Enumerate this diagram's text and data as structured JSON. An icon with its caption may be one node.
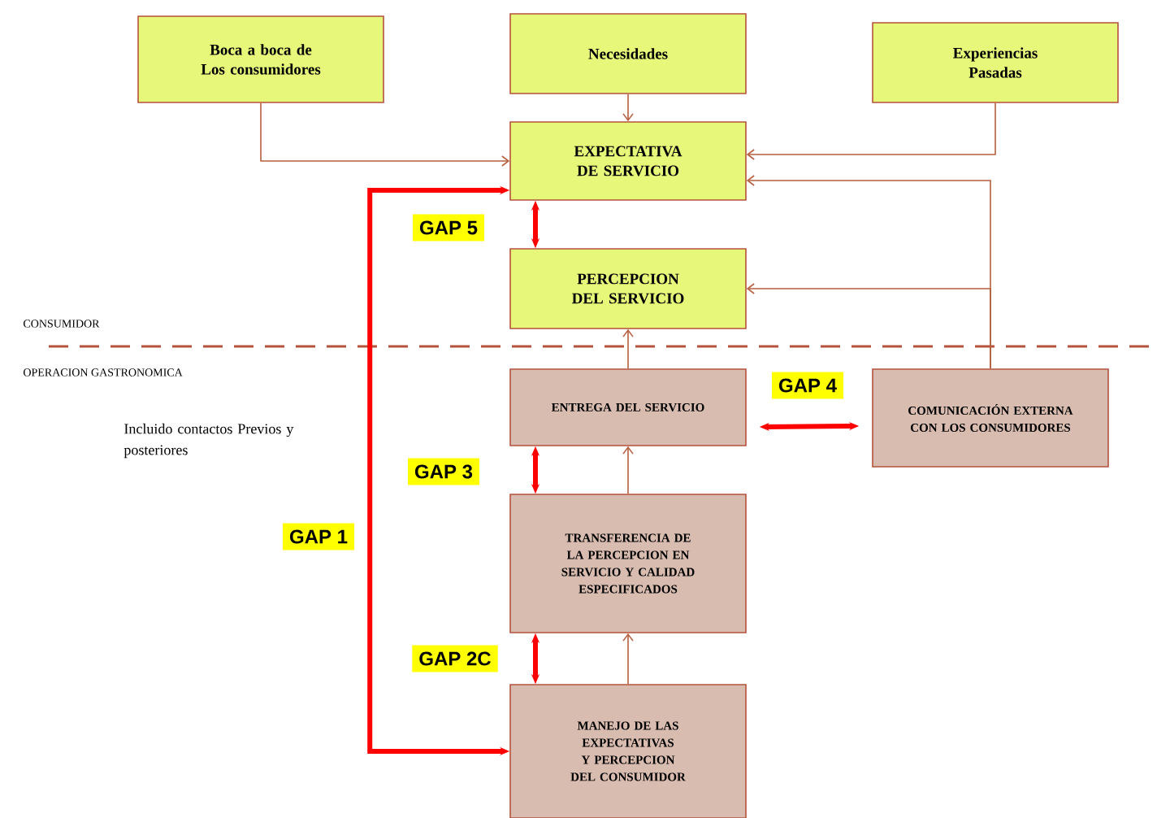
{
  "diagram": {
    "nodes": [
      {
        "text": [
          "Boca a boca de Los consumidores"
        ]
      },
      {
        "text": [
          "Necesidades"
        ]
      },
      {
        "text": [
          "Experiencias Pasadas"
        ]
      },
      {
        "text": [
          "EXPECTATIVA DE SERVICIO"
        ]
      },
      {
        "text": [
          "PERCEPCION DEL SERVICIO"
        ]
      },
      {
        "text": [
          "ENTREGA DEL SERVICIO"
        ]
      },
      {
        "text": [
          "COMUNICACIÓN EXTERNA CON LOS CONSUMIDORES"
        ]
      },
      {
        "text": [
          "TRANSFERENCIA DE LA PERCEPCION EN SERVICIO Y CALIDAD ESPECIFICADOS"
        ]
      },
      {
        "text": [
          "MANEJO DE LAS EXPECTATIVAS Y PERCEPCION DEL CONSUMIDOR"
        ]
      }
    ],
    "edges": [
      {
        "from": 0,
        "to": 3,
        "arrow": "to"
      },
      {
        "from": 1,
        "to": 3,
        "arrow": "to"
      },
      {
        "from": 2,
        "to": 3,
        "arrow": "to"
      },
      {
        "from": 6,
        "to": 3,
        "arrow": "to"
      },
      {
        "from": 6,
        "to": 4,
        "arrow": "to"
      },
      {
        "from": 5,
        "to": 4,
        "arrow": "to"
      },
      {
        "from": 7,
        "to": 5,
        "arrow": "to"
      },
      {
        "from": 8,
        "to": 7,
        "arrow": "to"
      },
      {
        "from": 3,
        "to": 4,
        "arrow": "both",
        "label": "GAP 5",
        "style": "thick",
        "color": "#ff0000"
      },
      {
        "from": 5,
        "to": 6,
        "arrow": "both",
        "label": "GAP 4",
        "style": "thick",
        "color": "#ff0000"
      },
      {
        "from": 5,
        "to": 7,
        "arrow": "both",
        "label": "GAP 3",
        "style": "thick",
        "color": "#ff0000"
      },
      {
        "from": 3,
        "to": 8,
        "arrow": "both",
        "label": "GAP 1",
        "style": "thick",
        "color": "#ff0000"
      },
      {
        "from": 7,
        "to": 8,
        "arrow": "both",
        "label": "GAP 2C",
        "style": "thick",
        "color": "#ff0000"
      }
    ],
    "labels": [
      "CONSUMIDOR",
      "OPERACION GASTRONOMICA",
      "Incluido contactos Previos y posteriores"
    ]
  }
}
